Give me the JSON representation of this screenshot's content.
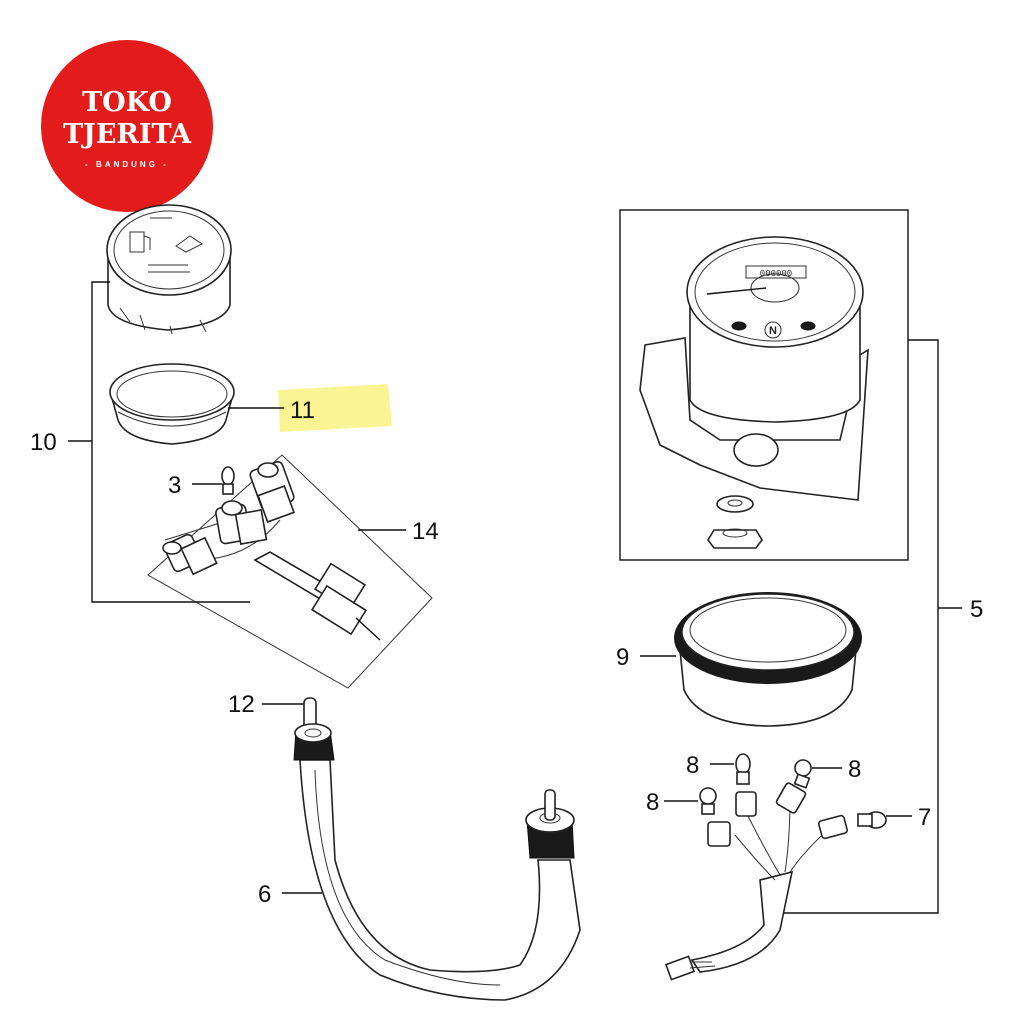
{
  "logo": {
    "line1": "TOKO",
    "line2": "TJERITA",
    "line3": "- BANDUNG -",
    "bg_color": "#e31b1b",
    "text_color": "#ffffff"
  },
  "highlight": {
    "color": "#fbf38a",
    "target_label": "11"
  },
  "labels": {
    "l10": "10",
    "l11": "11",
    "l3": "3",
    "l14": "14",
    "l5": "5",
    "l9": "9",
    "l12": "12",
    "l6": "6",
    "l8a": "8",
    "l8b": "8",
    "l8c": "8",
    "l7": "7"
  },
  "speedometer_face": {
    "odometer": "000000",
    "neutral_mark": "N"
  }
}
